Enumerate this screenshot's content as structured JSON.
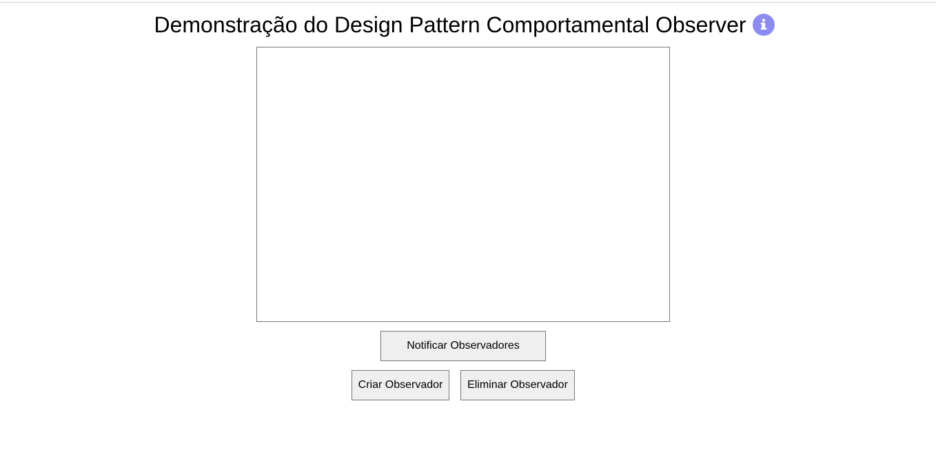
{
  "header": {
    "title": "Demonstração do Design Pattern Comportamental Observer",
    "info_icon": "info-icon",
    "info_color": "#8b8bf0"
  },
  "canvas": {},
  "actions": {
    "notify_label": "Notificar Observadores",
    "create_label": "Criar Observador",
    "delete_label": "Eliminar Observador"
  }
}
